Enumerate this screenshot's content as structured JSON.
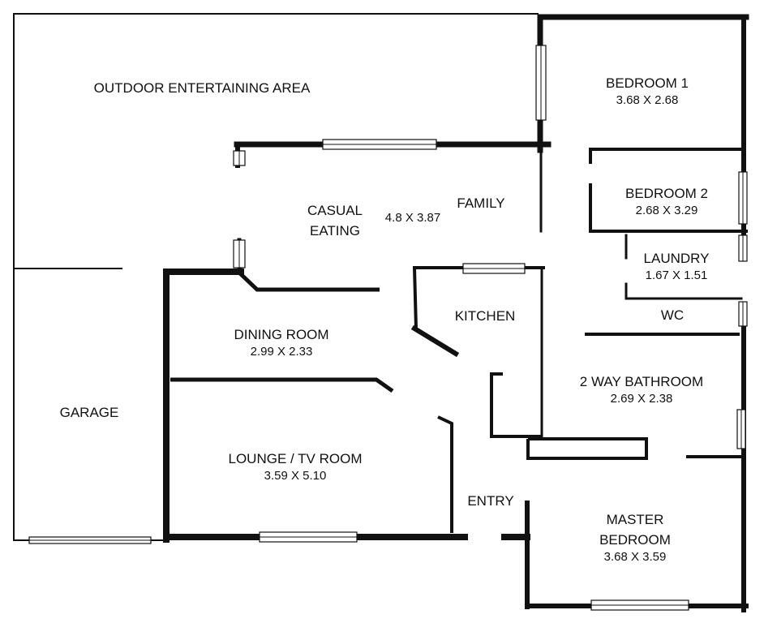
{
  "colors": {
    "wall": "#111111",
    "background": "#ffffff",
    "window": "#ffffff"
  },
  "rooms": {
    "outdoor": {
      "name": "OUTDOOR ENTERTAINING AREA"
    },
    "bedroom1": {
      "name": "BEDROOM 1",
      "dims": "3.68 X 2.68"
    },
    "bedroom2": {
      "name": "BEDROOM 2",
      "dims": "2.68 X 3.29"
    },
    "laundry": {
      "name": "LAUNDRY",
      "dims": "1.67 X 1.51"
    },
    "wc": {
      "name": "WC"
    },
    "casual": {
      "name_line1": "CASUAL",
      "name_line2": "EATING",
      "dims": "4.8 X 3.87"
    },
    "family": {
      "name": "FAMILY"
    },
    "kitchen": {
      "name": "KITCHEN"
    },
    "dining": {
      "name": "DINING ROOM",
      "dims": "2.99 X 2.33"
    },
    "bathroom": {
      "name": "2 WAY BATHROOM",
      "dims": "2.69 X 2.38"
    },
    "garage": {
      "name": "GARAGE"
    },
    "lounge": {
      "name": "LOUNGE / TV ROOM",
      "dims": "3.59 X 5.10"
    },
    "entry": {
      "name": "ENTRY"
    },
    "master": {
      "name_line1": "MASTER",
      "name_line2": "BEDROOM",
      "dims": "3.68 X 3.59"
    }
  }
}
